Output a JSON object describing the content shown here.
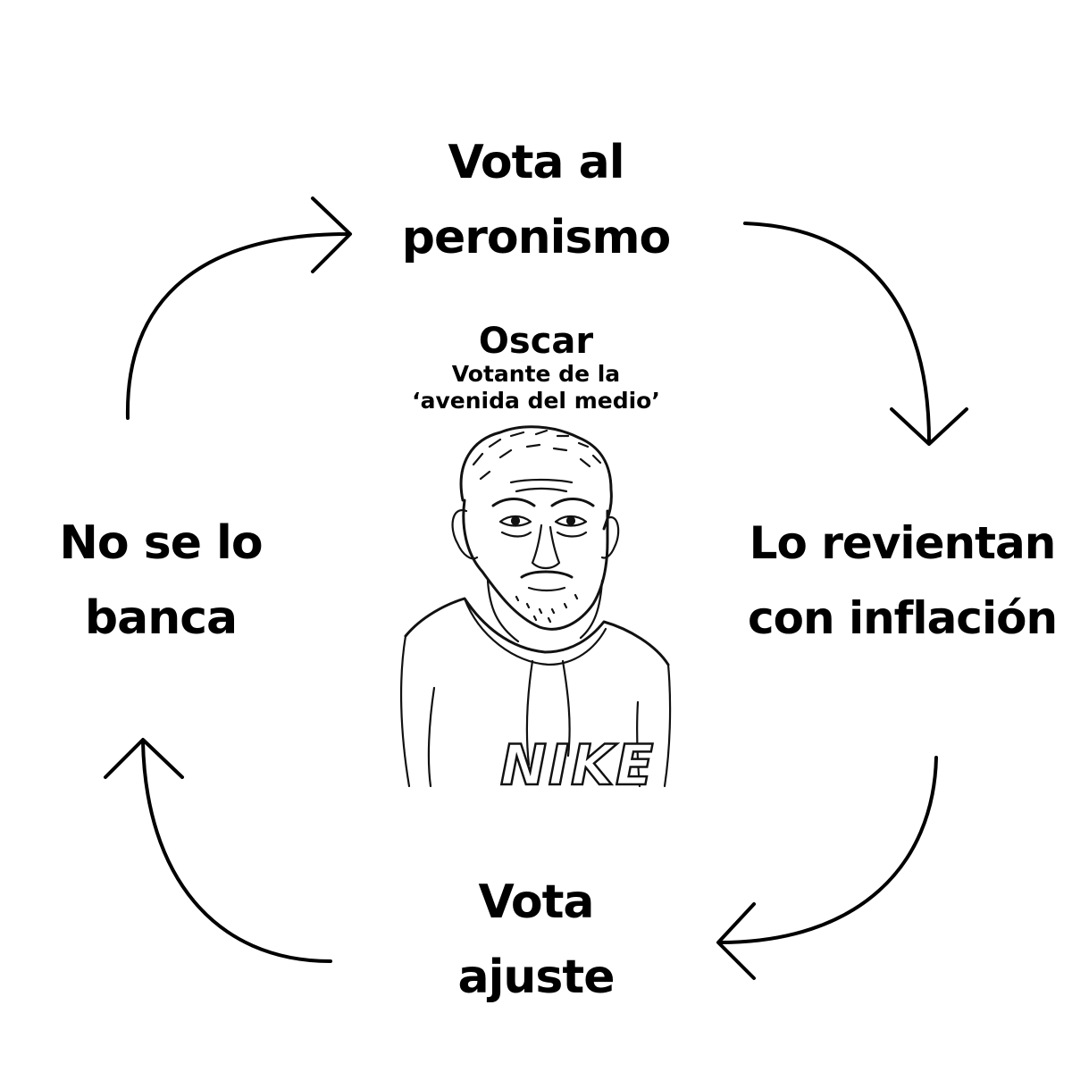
{
  "cycle": {
    "steps": [
      {
        "id": "top",
        "lines": [
          "Vota al",
          "peronismo"
        ]
      },
      {
        "id": "right",
        "lines": [
          "Lo revientan",
          "con inflación"
        ]
      },
      {
        "id": "bottom",
        "lines": [
          "Vota",
          "ajuste"
        ]
      },
      {
        "id": "left",
        "lines": [
          "No se lo",
          "banca"
        ]
      }
    ],
    "arrow_color": "#000000"
  },
  "center": {
    "name": "Oscar",
    "role_lines": [
      "Votante de la",
      "‘avenida del medio’"
    ],
    "portrait": {
      "description_icon": "man-portrait-illustration",
      "shirt_logo_text": "NIKE"
    }
  }
}
